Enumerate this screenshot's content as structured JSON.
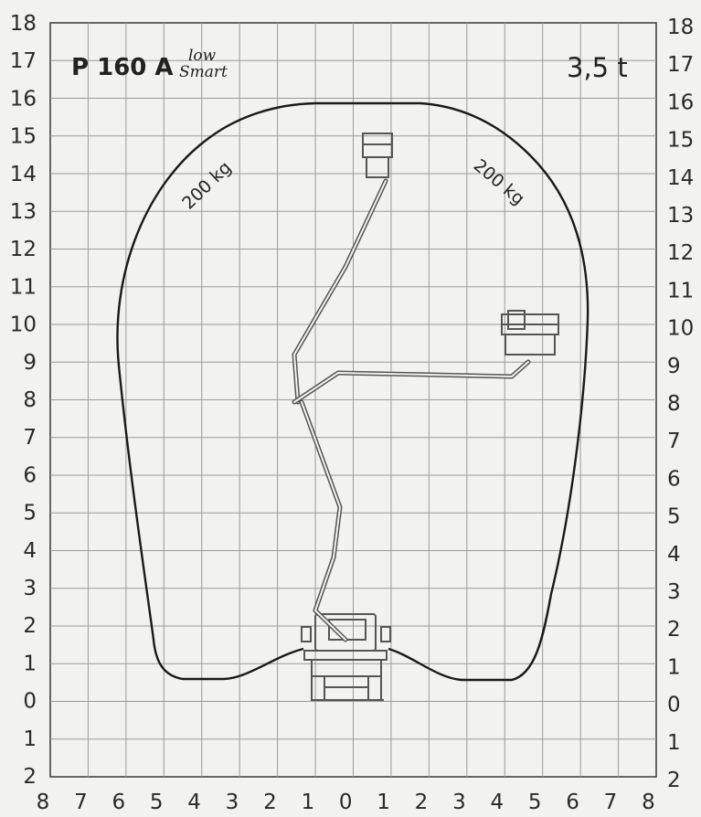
{
  "diagram": {
    "model": {
      "main": "P 160 A",
      "suffix_top": "low",
      "suffix_bottom": "Smart"
    },
    "capacity_label": "3,5 t",
    "load_labels": [
      "200 kg",
      "200 kg"
    ],
    "y_ticks_left": [
      "18",
      "17",
      "16",
      "15",
      "14",
      "13",
      "12",
      "11",
      "10",
      "9",
      "8",
      "7",
      "6",
      "5",
      "4",
      "3",
      "2",
      "1",
      "0",
      "1",
      "2"
    ],
    "y_ticks_right": [
      "18",
      "17",
      "16",
      "15",
      "14",
      "13",
      "12",
      "11",
      "10",
      "9",
      "8",
      "7",
      "6",
      "5",
      "4",
      "3",
      "2",
      "1",
      "0",
      "1",
      "2"
    ],
    "x_ticks": [
      "8",
      "7",
      "6",
      "5",
      "4",
      "3",
      "2",
      "1",
      "0",
      "1",
      "2",
      "3",
      "4",
      "5",
      "6",
      "7",
      "8"
    ],
    "colors": {
      "grid": "#9a9a9a",
      "envelope": "#1a1a1a",
      "background": "#f2f2f0",
      "machine": "#555555"
    }
  }
}
